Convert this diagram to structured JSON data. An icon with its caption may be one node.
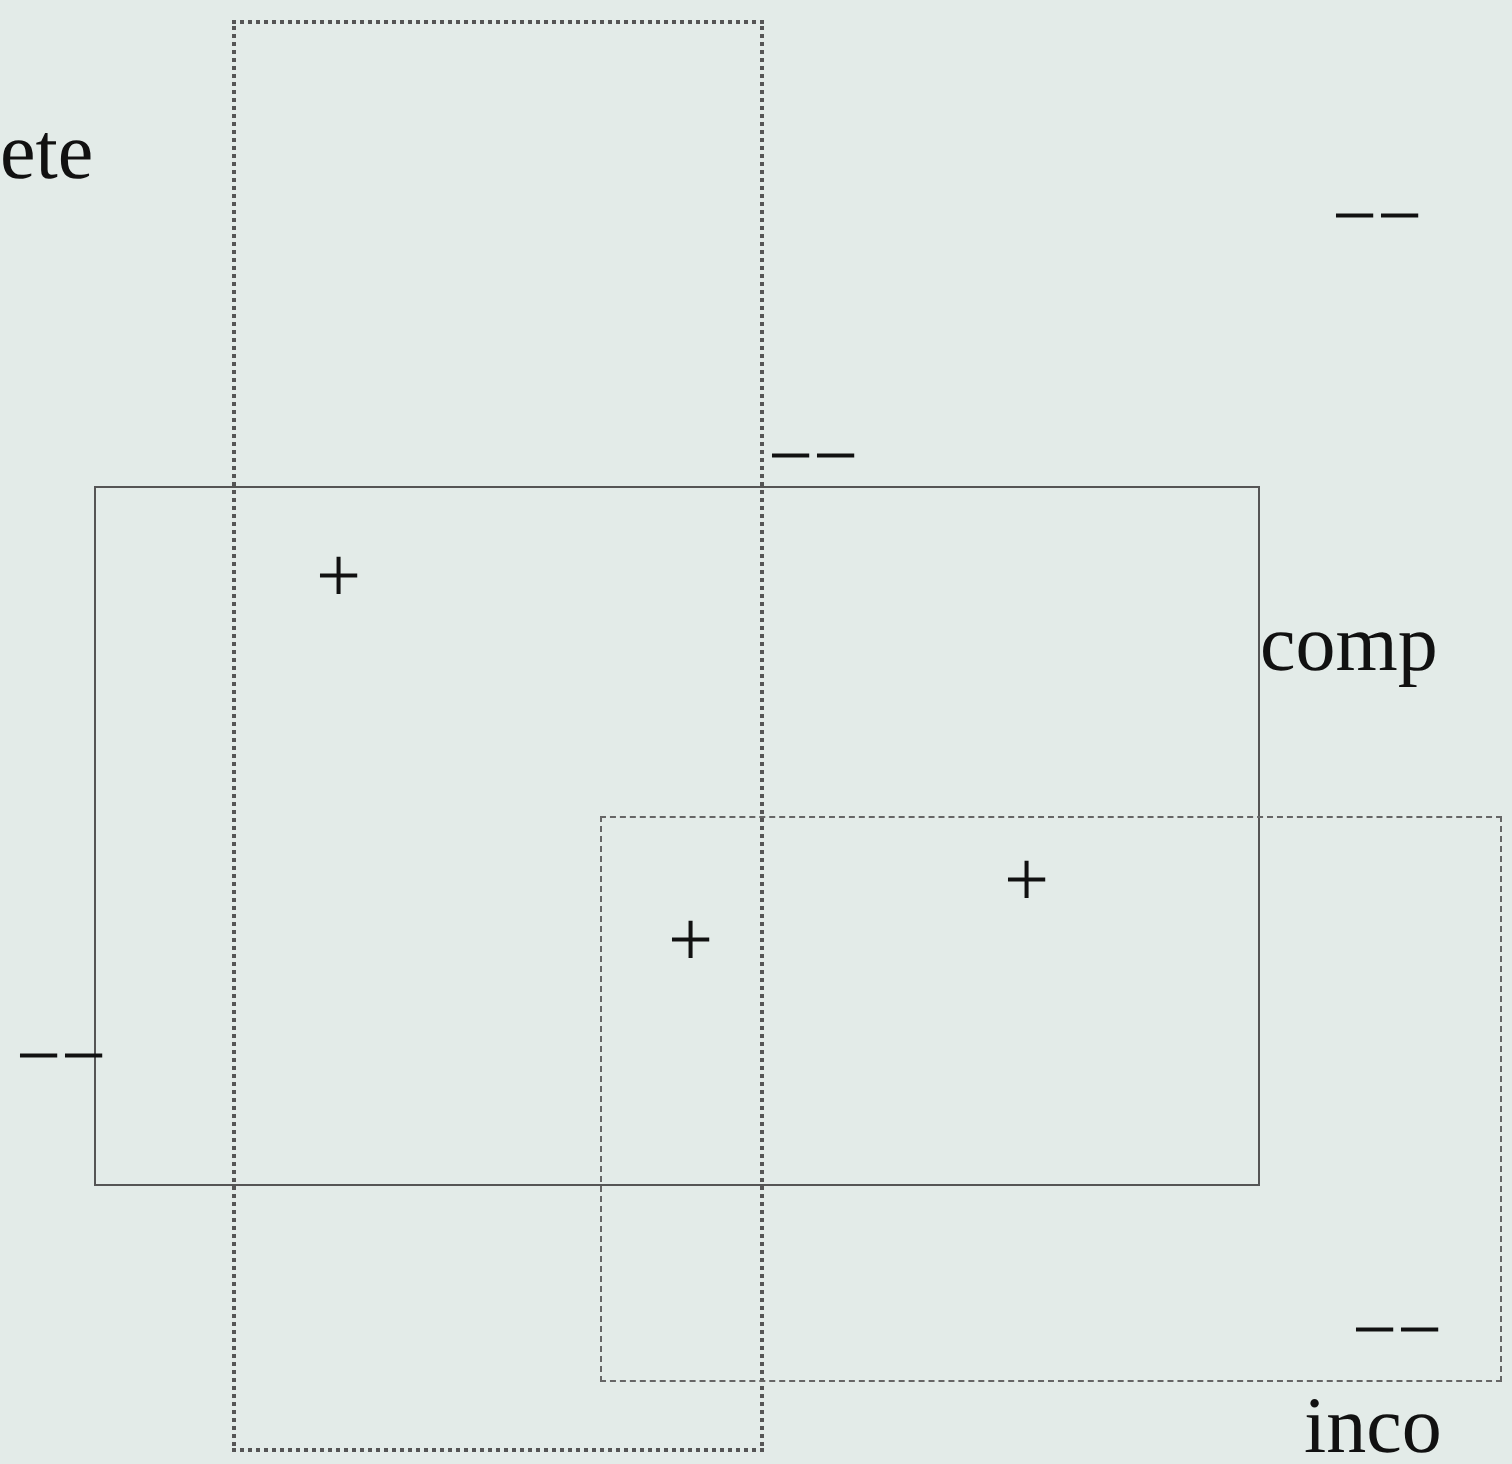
{
  "diagram": {
    "nodes": [
      {
        "text": [],
        "shape": "box"
      },
      {
        "text": [],
        "shape": "box"
      },
      {
        "text": [],
        "shape": "box"
      }
    ],
    "edges": [],
    "labels": [
      "ete",
      "−−",
      "−−",
      "+",
      "comp",
      "+",
      "+",
      "−−",
      "−−",
      "inco"
    ]
  }
}
